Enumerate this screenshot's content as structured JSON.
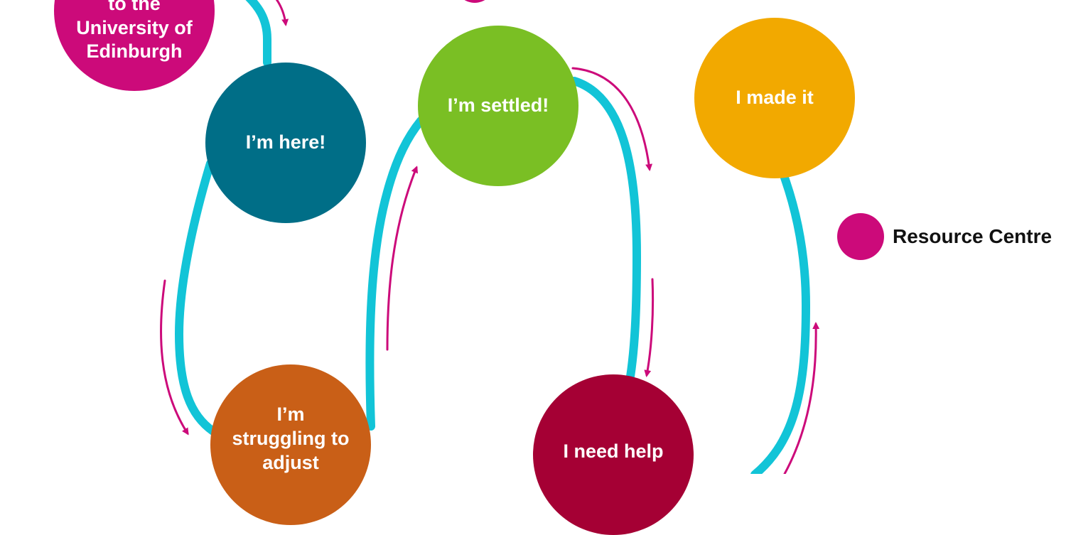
{
  "nodes": {
    "welcome": {
      "lines": [
        "to the",
        "University of",
        "Edinburgh"
      ],
      "color": "#cc0a7a"
    },
    "here": {
      "label": "I’m here!",
      "color": "#006e87"
    },
    "settled": {
      "label": "I’m settled!",
      "color": "#7abf24"
    },
    "made": {
      "label": "I made it",
      "color": "#f2a900"
    },
    "struggling": {
      "lines": [
        "I’m",
        "struggling to",
        "adjust"
      ],
      "color": "#c95f17"
    },
    "help": {
      "label": "I need help",
      "color": "#a50034"
    }
  },
  "legend": {
    "label": "Resource Centre",
    "color": "#cc0a7a"
  },
  "colors": {
    "path": "#12c4d7",
    "arrow": "#cc0a7a"
  }
}
